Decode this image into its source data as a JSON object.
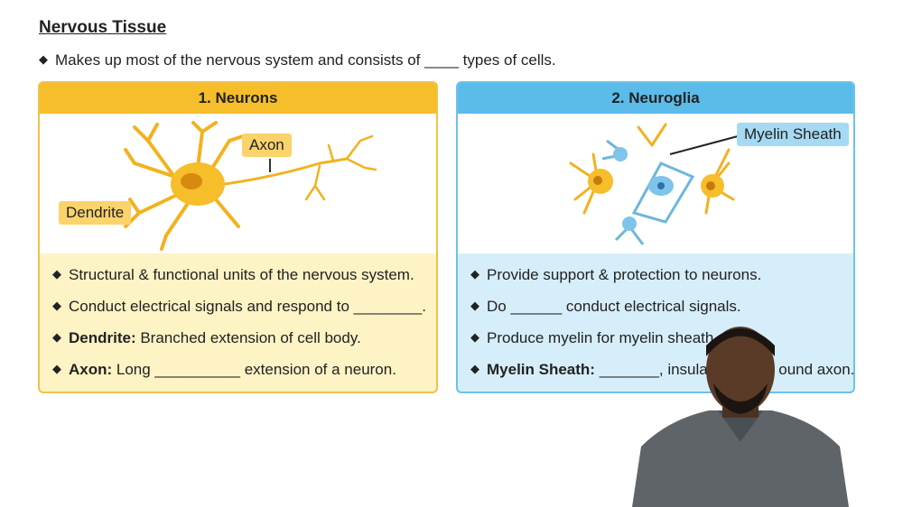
{
  "title": "Nervous Tissue",
  "intro": "Makes up most of the nervous system and consists of ____ types of cells.",
  "neurons": {
    "header": "1. Neurons",
    "labels": {
      "axon": "Axon",
      "dendrite": "Dendrite"
    },
    "bullets": [
      {
        "bold": "",
        "text": "Structural & functional units of the nervous system."
      },
      {
        "bold": "",
        "text": "Conduct electrical signals and respond to ________."
      },
      {
        "bold": "Dendrite:",
        "text": " Branched extension of cell body."
      },
      {
        "bold": "Axon:",
        "text": " Long __________ extension of a neuron."
      }
    ]
  },
  "neuroglia": {
    "header": "2. Neuroglia",
    "labels": {
      "myelin": "Myelin Sheath"
    },
    "bullets": [
      {
        "bold": "",
        "text": "Provide support & protection to neurons."
      },
      {
        "bold": "",
        "text": "Do ______ conduct electrical signals."
      },
      {
        "bold": "",
        "text": "Produce myelin for myelin sheath"
      },
      {
        "bold": "Myelin Sheath:",
        "text": " _______, insulati",
        "tail": "ound axon."
      }
    ]
  },
  "colors": {
    "neuron_yellow": "#f5be2a",
    "glia_blue": "#5bbcea"
  }
}
